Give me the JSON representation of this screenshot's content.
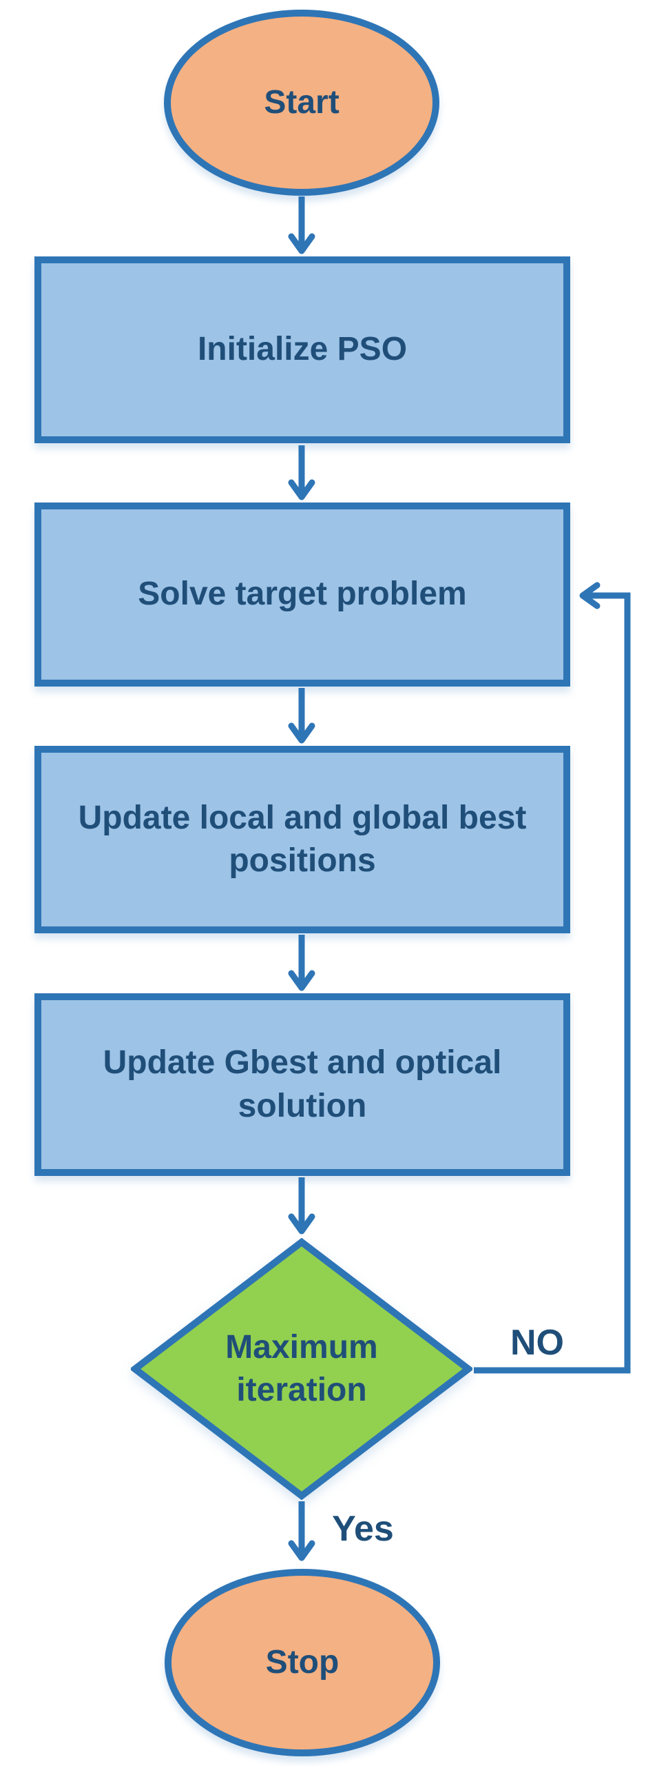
{
  "diagram": {
    "type": "flowchart",
    "subject": "PSO (Particle Swarm Optimization) algorithm flow"
  },
  "colors": {
    "border": "#2E75B6",
    "process": "#9DC3E6",
    "terminator": "#F4B183",
    "decision": "#92D050",
    "text": "#1F4E79",
    "connector": "#2E75B6",
    "background": "#FFFFFF"
  },
  "nodes": [
    {
      "id": "start",
      "type": "terminator",
      "label": "Start"
    },
    {
      "id": "initialize",
      "type": "process",
      "label": "Initialize PSO"
    },
    {
      "id": "solve-target",
      "type": "process",
      "label": "Solve target problem"
    },
    {
      "id": "update-local",
      "type": "process",
      "label": "Update local and global best\npositions"
    },
    {
      "id": "update-gbest",
      "type": "process",
      "label": "Update Gbest and optical\nsolution"
    },
    {
      "id": "max-iteration",
      "type": "decision",
      "label": "Maximum\niteration"
    },
    {
      "id": "stop",
      "type": "terminator",
      "label": "Stop"
    }
  ],
  "edges": [
    {
      "from": "start",
      "to": "initialize",
      "label": ""
    },
    {
      "from": "initialize",
      "to": "solve-target",
      "label": ""
    },
    {
      "from": "solve-target",
      "to": "update-local",
      "label": ""
    },
    {
      "from": "update-local",
      "to": "update-gbest",
      "label": ""
    },
    {
      "from": "update-gbest",
      "to": "max-iteration",
      "label": ""
    },
    {
      "from": "max-iteration",
      "to": "solve-target",
      "label": "NO"
    },
    {
      "from": "max-iteration",
      "to": "stop",
      "label": "Yes"
    }
  ]
}
